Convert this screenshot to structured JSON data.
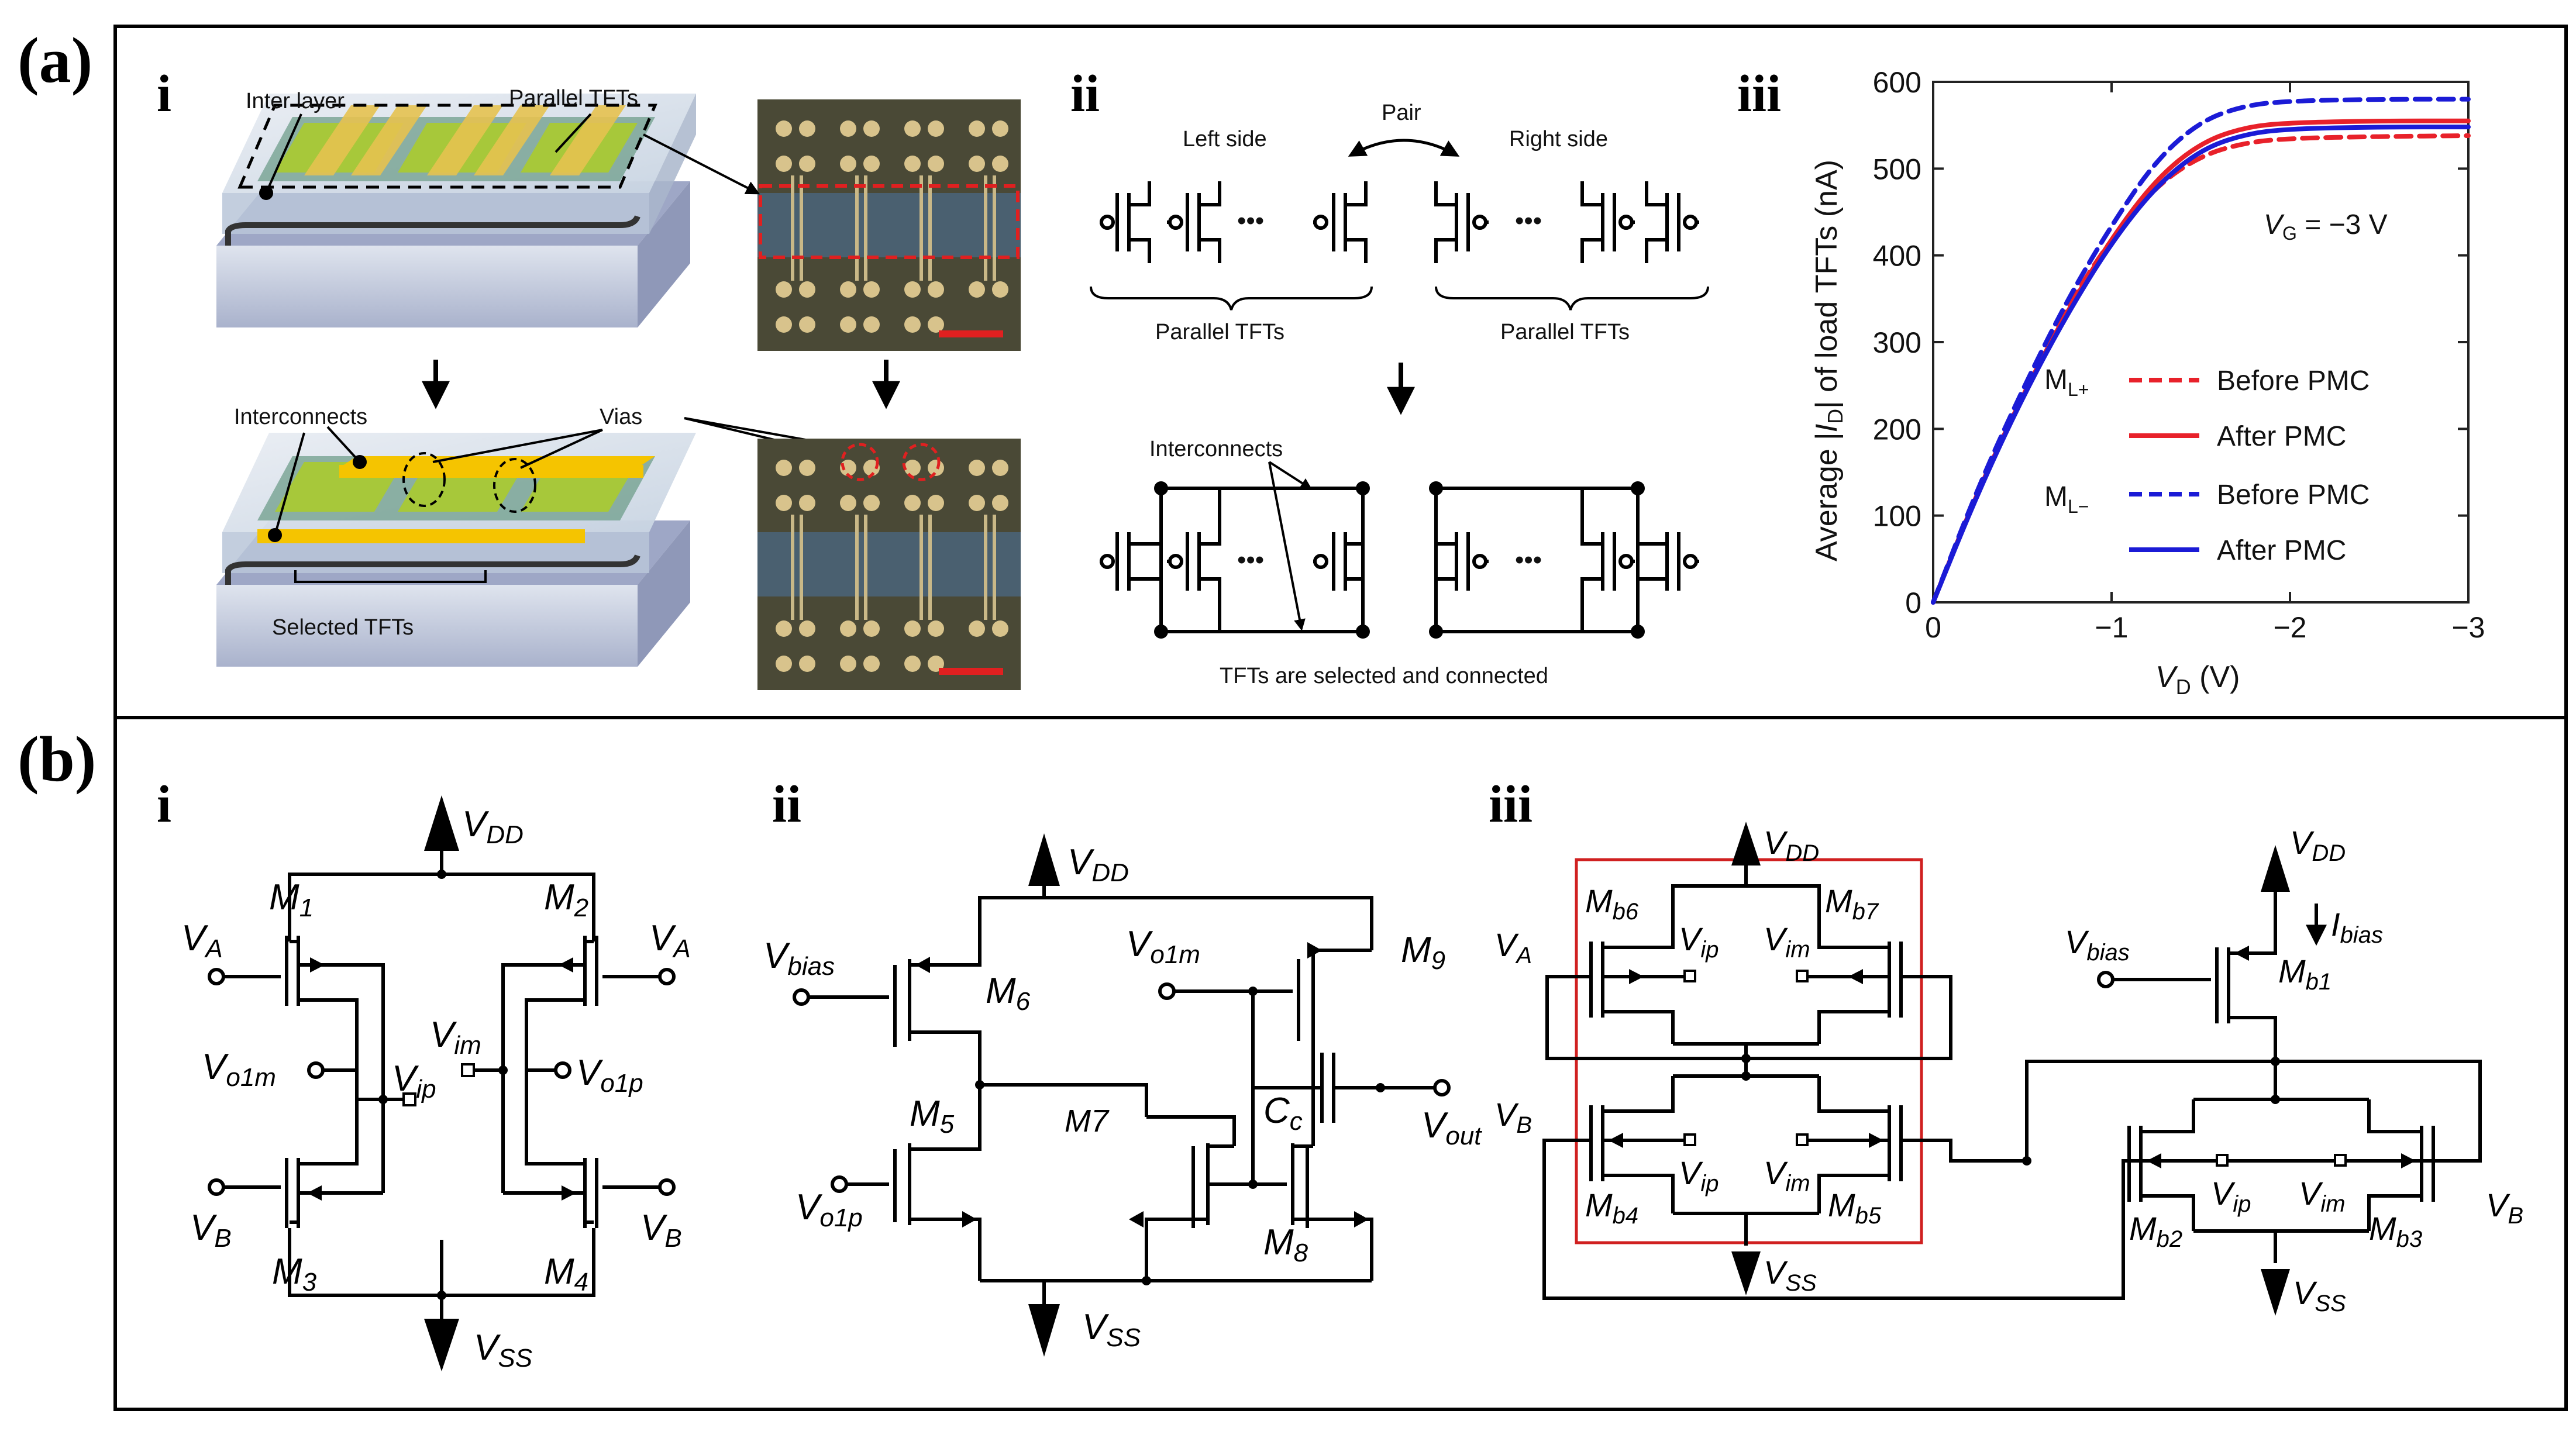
{
  "panels": {
    "a_label": "(a)",
    "b_label": "(b)"
  },
  "a_i": {
    "label": "i",
    "inter_layer": "Inter layer",
    "parallel_tfts": "Parallel TFTs",
    "interconnects": "Interconnects",
    "vias": "Vias",
    "selected_tfts": "Selected TFTs"
  },
  "a_ii": {
    "label": "ii",
    "pair": "Pair",
    "left_side": "Left side",
    "right_side": "Right side",
    "parallel_left": "Parallel TFTs",
    "parallel_right": "Parallel TFTs",
    "interconnects": "Interconnects",
    "bottom_caption": "TFTs are selected and connected",
    "dots": "•••"
  },
  "a_iii": {
    "label": "iii",
    "vg_main": "V",
    "vg_sub": "G",
    "vg_rest": " = −3 V",
    "legend": {
      "ml_plus_main": "M",
      "ml_plus_sub": "L+",
      "ml_minus_main": "M",
      "ml_minus_sub": "L−",
      "before1": "Before PMC",
      "after1": "After PMC",
      "before2": "Before PMC",
      "after2": "After PMC"
    },
    "ylabel_pre": "Average |",
    "ylabel_i": "I",
    "ylabel_sub": "D",
    "ylabel_post": "| of load TFTs (nA)",
    "xlabel_main": "V",
    "xlabel_sub": "D",
    "xlabel_rest": " (V)",
    "colors": {
      "plus": "#e8212a",
      "minus": "#1b1bd6"
    }
  },
  "chart_data": {
    "type": "line",
    "xlabel": "VD (V)",
    "ylabel": "Average |ID| of load TFTs (nA)",
    "xlim": [
      0,
      -3
    ],
    "ylim": [
      0,
      600
    ],
    "xticks": [
      "0",
      "−1",
      "−2",
      "−3"
    ],
    "yticks": [
      "0",
      "100",
      "200",
      "300",
      "400",
      "500",
      "600"
    ],
    "annotation": "VG = −3 V",
    "series": [
      {
        "name": "ML+ Before PMC",
        "color": "#e8212a",
        "dash": true,
        "x": [
          0,
          -0.25,
          -0.5,
          -0.75,
          -1.0,
          -1.25,
          -1.5,
          -1.75,
          -2.0,
          -2.5,
          -3.0
        ],
        "y": [
          0,
          130,
          240,
          340,
          420,
          480,
          515,
          530,
          535,
          537,
          538
        ]
      },
      {
        "name": "ML+ After PMC",
        "color": "#e8212a",
        "dash": false,
        "x": [
          0,
          -0.25,
          -0.5,
          -0.75,
          -1.0,
          -1.25,
          -1.5,
          -1.75,
          -2.0,
          -2.5,
          -3.0
        ],
        "y": [
          0,
          128,
          238,
          335,
          420,
          488,
          530,
          548,
          553,
          555,
          555
        ]
      },
      {
        "name": "ML− Before PMC",
        "color": "#1b1bd6",
        "dash": true,
        "x": [
          0,
          -0.25,
          -0.5,
          -0.75,
          -1.0,
          -1.25,
          -1.5,
          -1.75,
          -2.0,
          -2.5,
          -3.0
        ],
        "y": [
          0,
          132,
          245,
          348,
          435,
          510,
          555,
          573,
          578,
          580,
          580
        ]
      },
      {
        "name": "ML− After PMC",
        "color": "#1b1bd6",
        "dash": false,
        "x": [
          0,
          -0.25,
          -0.5,
          -0.75,
          -1.0,
          -1.25,
          -1.5,
          -1.75,
          -2.0,
          -2.5,
          -3.0
        ],
        "y": [
          0,
          126,
          236,
          332,
          415,
          480,
          522,
          540,
          546,
          548,
          548
        ]
      }
    ]
  },
  "b_i": {
    "label": "i",
    "vdd": "V",
    "vdd_sub": "DD",
    "vss": "V",
    "vss_sub": "SS",
    "m1": "M",
    "m1_sub": "1",
    "m2": "M",
    "m2_sub": "2",
    "m3": "M",
    "m3_sub": "3",
    "m4": "M",
    "m4_sub": "4",
    "va1": "V",
    "va1_sub": "A",
    "va2": "V",
    "va2_sub": "A",
    "vb1": "V",
    "vb1_sub": "B",
    "vb2": "V",
    "vb2_sub": "B",
    "vo1m": "V",
    "vo1m_sub": "o1m",
    "vo1p": "V",
    "vo1p_sub": "o1p",
    "vip": "V",
    "vip_sub": "ip",
    "vim": "V",
    "vim_sub": "im"
  },
  "b_ii": {
    "label": "ii",
    "vdd": "V",
    "vdd_sub": "DD",
    "vss": "V",
    "vss_sub": "SS",
    "vbias": "V",
    "vbias_sub": "bias",
    "vo1m": "V",
    "vo1m_sub": "o1m",
    "vo1p": "V",
    "vo1p_sub": "o1p",
    "vout": "V",
    "vout_sub": "out",
    "cc": "C",
    "cc_sub": "c",
    "m5": "M",
    "m5_sub": "5",
    "m6": "M",
    "m6_sub": "6",
    "m7": "M7",
    "m8": "M",
    "m8_sub": "8",
    "m9": "M",
    "m9_sub": "9"
  },
  "b_iii": {
    "label": "iii",
    "vdd1": "V",
    "vdd1_sub": "DD",
    "vdd2": "V",
    "vdd2_sub": "DD",
    "vss1": "V",
    "vss1_sub": "SS",
    "vss2": "V",
    "vss2_sub": "SS",
    "va": "V",
    "va_sub": "A",
    "vb1": "V",
    "vb1_sub": "B",
    "vb2": "V",
    "vb2_sub": "B",
    "vbias": "V",
    "vbias_sub": "bias",
    "ibias": "I",
    "ibias_sub": "bias",
    "vip1": "V",
    "vip1_sub": "ip",
    "vim1": "V",
    "vim1_sub": "im",
    "vip2": "V",
    "vip2_sub": "ip",
    "vim2": "V",
    "vim2_sub": "im",
    "vip3": "V",
    "vip3_sub": "ip",
    "vim3": "V",
    "vim3_sub": "im",
    "mb1": "M",
    "mb1_sub": "b1",
    "mb2": "M",
    "mb2_sub": "b2",
    "mb3": "M",
    "mb3_sub": "b3",
    "mb4": "M",
    "mb4_sub": "b4",
    "mb5": "M",
    "mb5_sub": "b5",
    "mb6": "M",
    "mb6_sub": "b6",
    "mb7": "M",
    "mb7_sub": "b7",
    "box_color": "#d02020"
  }
}
